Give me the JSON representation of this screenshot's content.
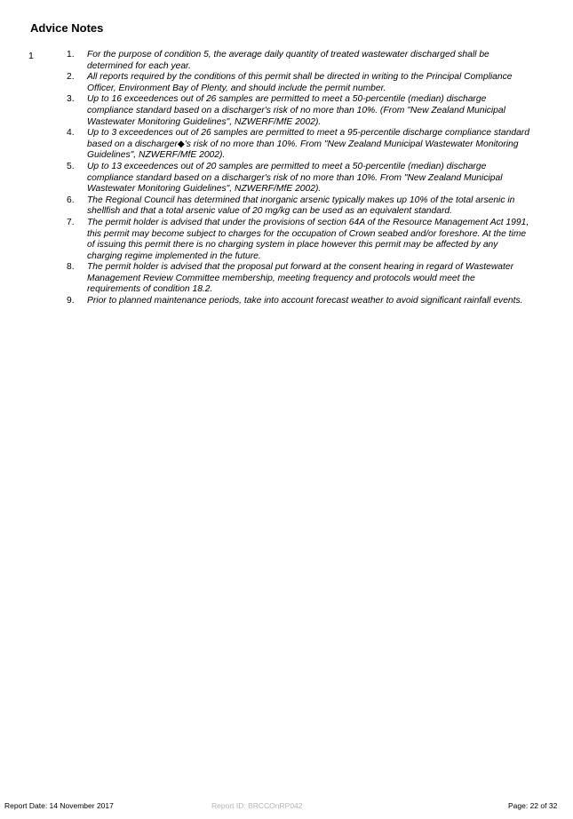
{
  "page": {
    "title": "Advice Notes",
    "section_number": "1"
  },
  "notes": [
    {
      "num": "1.",
      "text": "For the purpose of condition 5, the average daily quantity of treated wastewater discharged shall be determined for each year."
    },
    {
      "num": "2.",
      "text": "All reports required by the conditions of this permit shall be directed in writing to the Principal Compliance Officer, Environment Bay of Plenty, and should include the permit number."
    },
    {
      "num": "3.",
      "text": "Up to 16 exceedences out of 26 samples are permitted to meet a 50-percentile (median) discharge compliance standard based on a discharger's risk of no more than 10%. (From \"New Zealand Municipal Wastewater Monitoring Guidelines\", NZWERF/MfE 2002)."
    },
    {
      "num": "4.",
      "text": "Up to 3 exceedences out of 26 samples are permitted to meet a 95-percentile discharge compliance standard based on a discharger◆'s risk of no more than 10%. From \"New Zealand Municipal Wastewater Monitoring Guidelines\", NZWERF/MfE 2002)."
    },
    {
      "num": "5.",
      "text": "Up to 13 exceedences out of 20 samples are permitted to meet a 50-percentile (median) discharge compliance standard based on a discharger's risk of no more than 10%. From \"New Zealand Municipal Wastewater Monitoring Guidelines\", NZWERF/MfE 2002)."
    },
    {
      "num": "6.",
      "text": "The Regional Council has determined that inorganic arsenic typically makes up 10% of the total arsenic in shellfish and that a total arsenic value of 20 mg/kg can be used as an equivalent standard."
    },
    {
      "num": "7.",
      "text": "The permit holder is advised that under the provisions of section 64A of the Resource Management Act 1991, this permit may become subject to charges for the occupation of Crown seabed and/or foreshore. At the time of issuing this permit there is no charging system in place however this permit may be affected by any charging regime implemented in the future."
    },
    {
      "num": "8.",
      "text": "The permit holder is advised that the proposal put forward at the consent hearing in regard of Wastewater Management Review Committee membership, meeting frequency and protocols would meet the requirements of condition 18.2."
    },
    {
      "num": "9.",
      "text": "Prior to planned maintenance periods, take into account forecast weather to avoid significant rainfall events."
    }
  ],
  "footer": {
    "report_date": "Report Date: 14 November 2017",
    "report_id": "Report ID: BRCCOnRP042",
    "page": "Page: 22 of 32"
  }
}
